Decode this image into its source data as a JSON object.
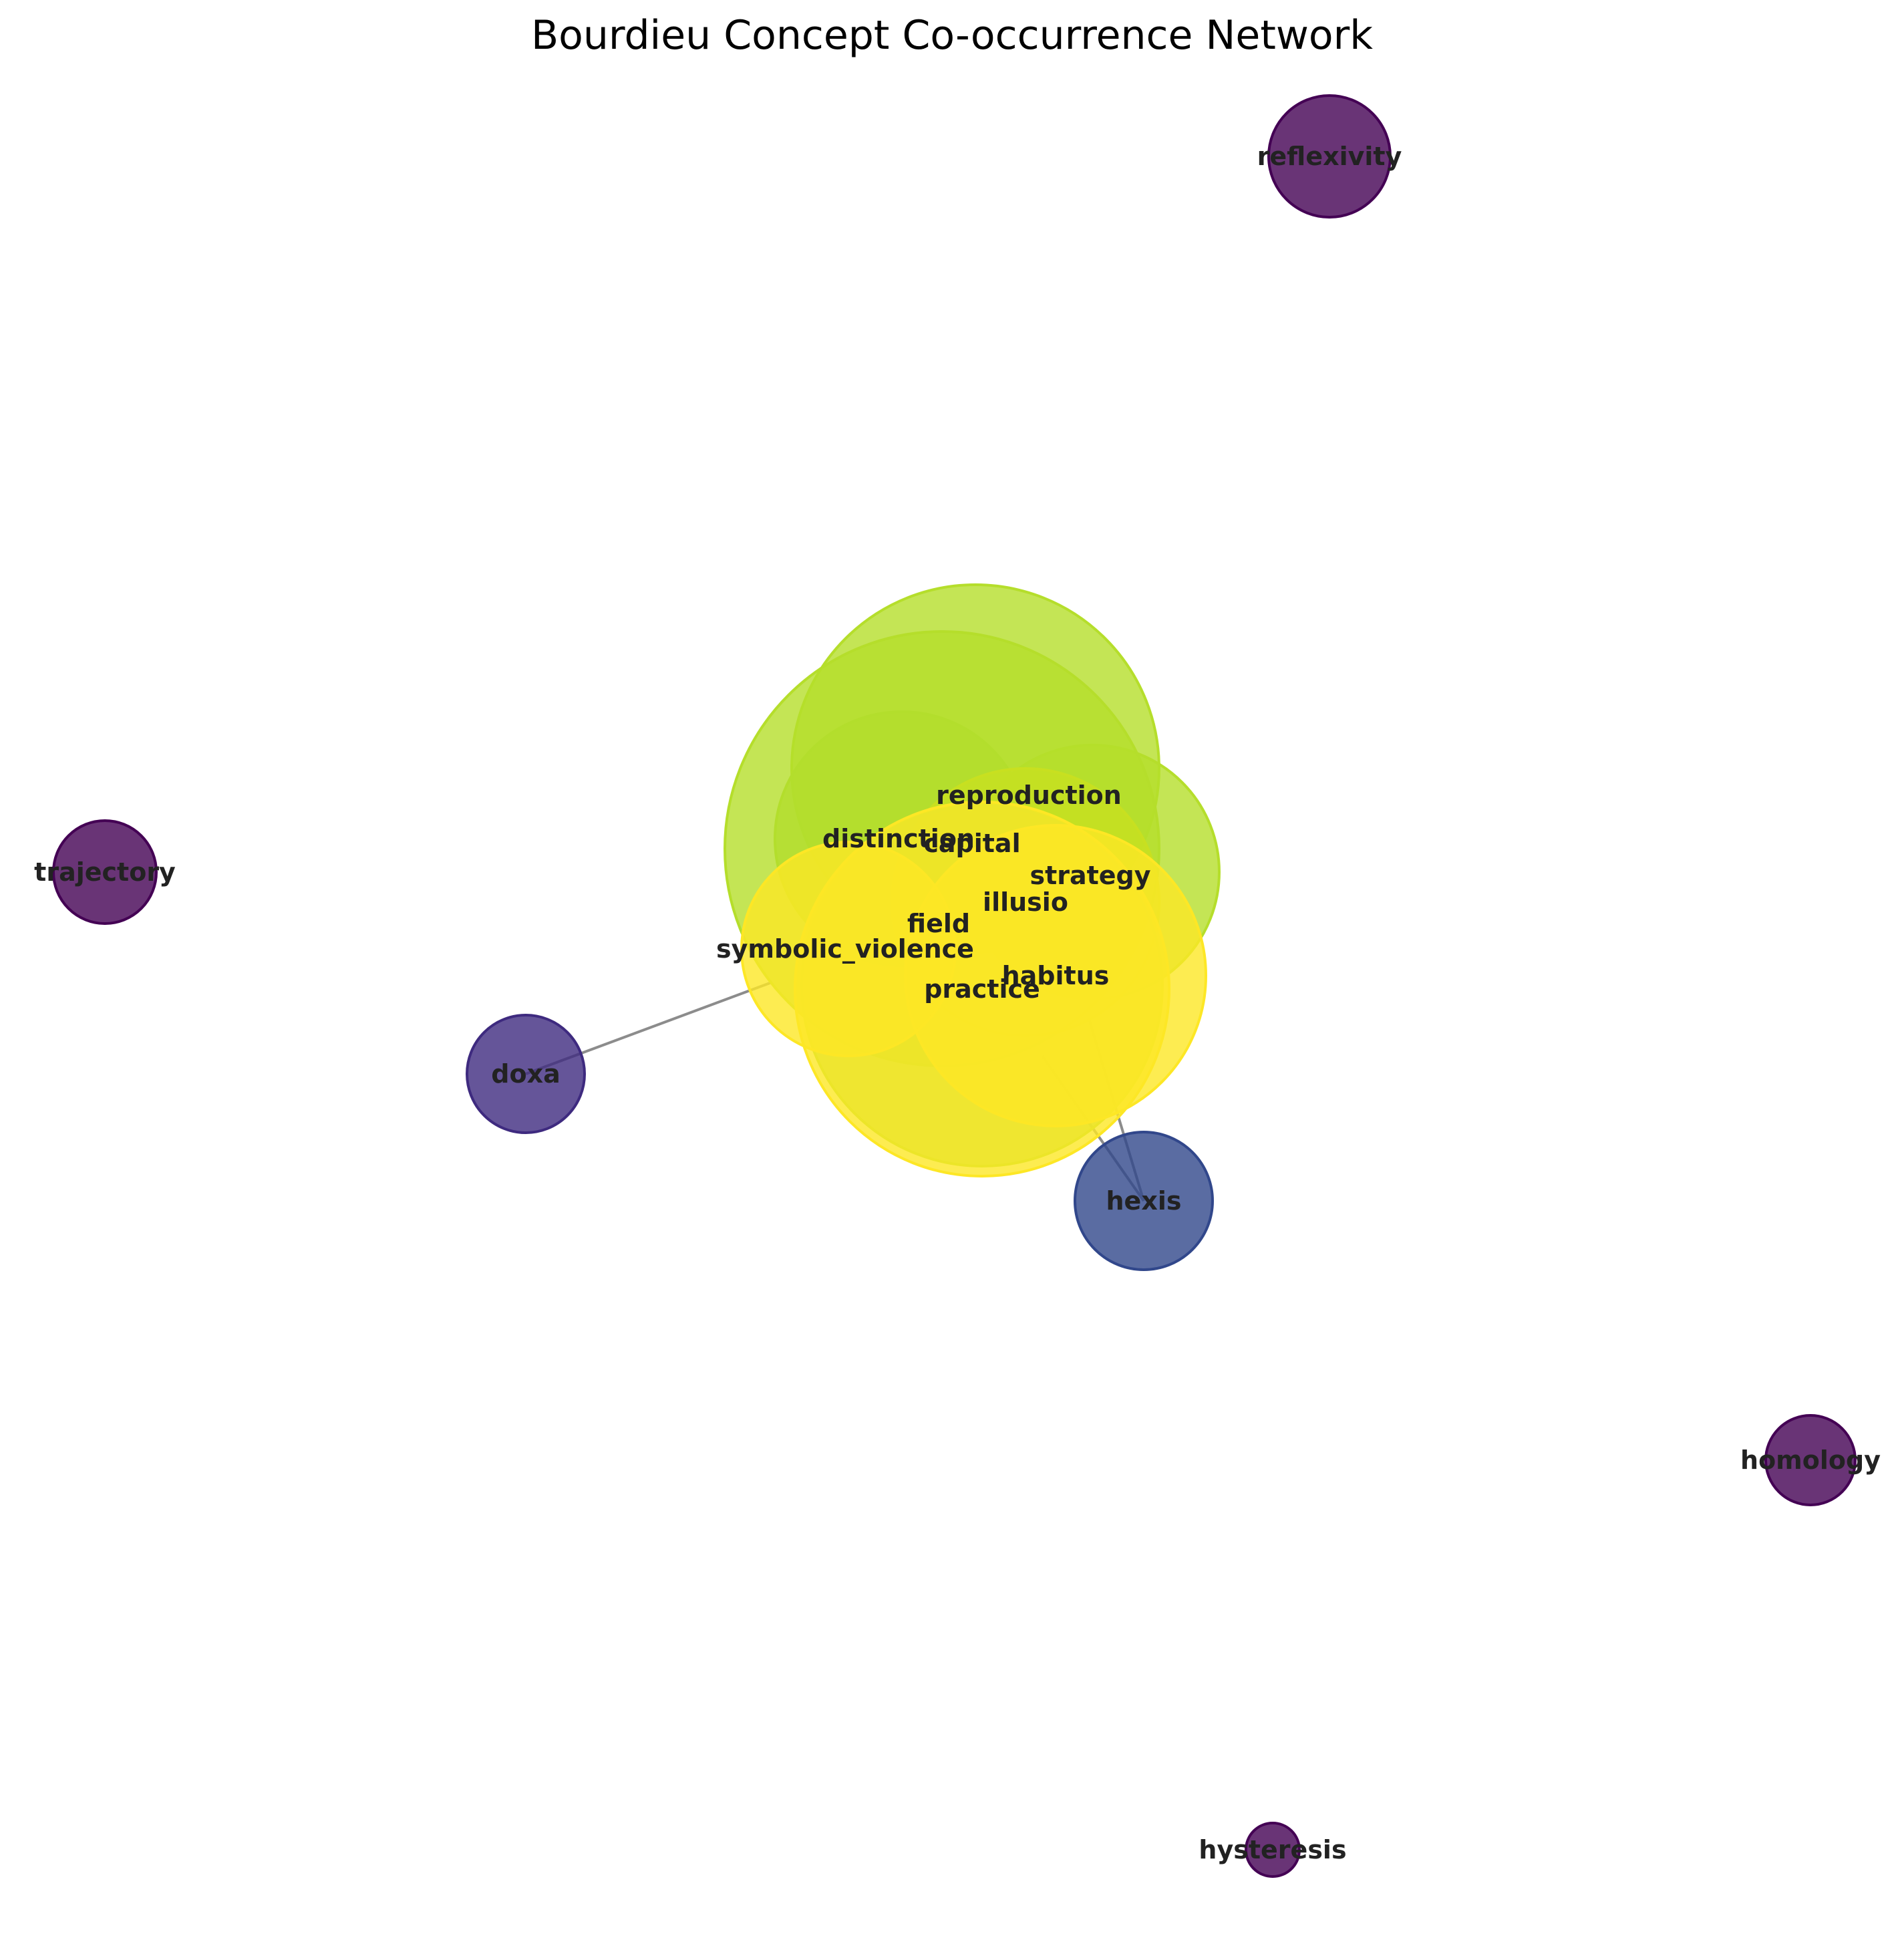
{
  "title": "Bourdieu Concept Co-occurrence Network",
  "nodes": [
    {
      "id": "reproduction",
      "label": "reproduction",
      "color": "#b5de2b"
    },
    {
      "id": "distinction",
      "label": "distinction",
      "color": "#a8db34"
    },
    {
      "id": "capital",
      "label": "capital",
      "color": "#b5de2b"
    },
    {
      "id": "strategy",
      "label": "strategy",
      "color": "#b5de2b"
    },
    {
      "id": "illusio",
      "label": "illusio",
      "color": "#c8e020"
    },
    {
      "id": "field",
      "label": "field",
      "color": "#a8db34"
    },
    {
      "id": "symbolic_violence",
      "label": "symbolic_violence",
      "color": "#fde725"
    },
    {
      "id": "habitus",
      "label": "habitus",
      "color": "#fde725"
    },
    {
      "id": "practice",
      "label": "practice",
      "color": "#fde725"
    },
    {
      "id": "doxa",
      "label": "doxa",
      "color": "#3e2a7f"
    },
    {
      "id": "hexis",
      "label": "hexis",
      "color": "#31478b"
    },
    {
      "id": "reflexivity",
      "label": "reflexivity",
      "color": "#440154"
    },
    {
      "id": "trajectory",
      "label": "trajectory",
      "color": "#440154"
    },
    {
      "id": "homology",
      "label": "homology",
      "color": "#440154"
    },
    {
      "id": "hysteresis",
      "label": "hysteresis",
      "color": "#440154"
    }
  ],
  "edges": [
    {
      "source": "doxa",
      "target": "symbolic_violence"
    },
    {
      "source": "hexis",
      "target": "habitus"
    },
    {
      "source": "hexis",
      "target": "practice"
    }
  ]
}
